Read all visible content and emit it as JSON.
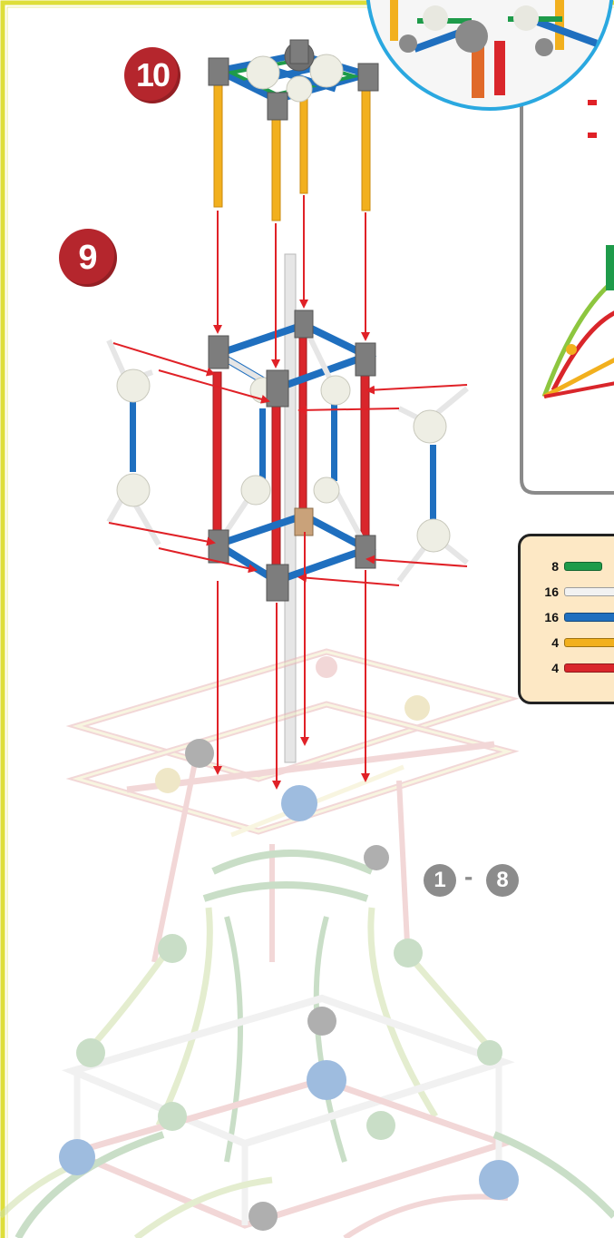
{
  "steps": {
    "step_10": "10",
    "step_9": "9",
    "range_start": "1",
    "range_dash": "-",
    "range_end": "8"
  },
  "parts_list": [
    {
      "qty": "8",
      "color": "#1e9b4a",
      "name": "green-rod"
    },
    {
      "qty": "16",
      "color": "#f2f2f2",
      "name": "white-rod"
    },
    {
      "qty": "16",
      "color": "#1f6fbf",
      "name": "blue-rod"
    },
    {
      "qty": "4",
      "color": "#f2b01e",
      "name": "yellow-rod"
    },
    {
      "qty": "4",
      "color": "#d9262b",
      "name": "red-rod"
    }
  ],
  "colors": {
    "frame_border": "#dede3a",
    "arrow": "#e02127",
    "badge_red": "#b5262d",
    "badge_grey": "#8c8c8c",
    "inset_border": "#2aa8e0",
    "panel_border": "#8a8a8a",
    "parts_bg": "#fde8c5"
  }
}
